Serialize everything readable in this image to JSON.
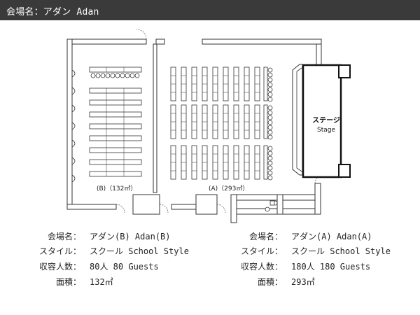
{
  "header": {
    "title": "会場名：アダン Adan"
  },
  "plan": {
    "room_b_label": "(B)（132㎡）",
    "room_a_label": "(A)（293㎡）",
    "stage_label_jp": "ステージ",
    "stage_label_en": "Stage"
  },
  "room_b": {
    "rows": [
      {
        "label": "会場名",
        "value": "アダン(B) Adan(B)"
      },
      {
        "label": "スタイル",
        "value": "スクール School Style"
      },
      {
        "label": "収容人数",
        "value": "80人 80 Guests"
      },
      {
        "label": "面積",
        "value": "132㎡"
      }
    ]
  },
  "room_a": {
    "rows": [
      {
        "label": "会場名",
        "value": "アダン(A) Adan(A)"
      },
      {
        "label": "スタイル",
        "value": "スクール School Style"
      },
      {
        "label": "収容人数",
        "value": "180人 180 Guests"
      },
      {
        "label": "面積",
        "value": "293㎡"
      }
    ]
  }
}
